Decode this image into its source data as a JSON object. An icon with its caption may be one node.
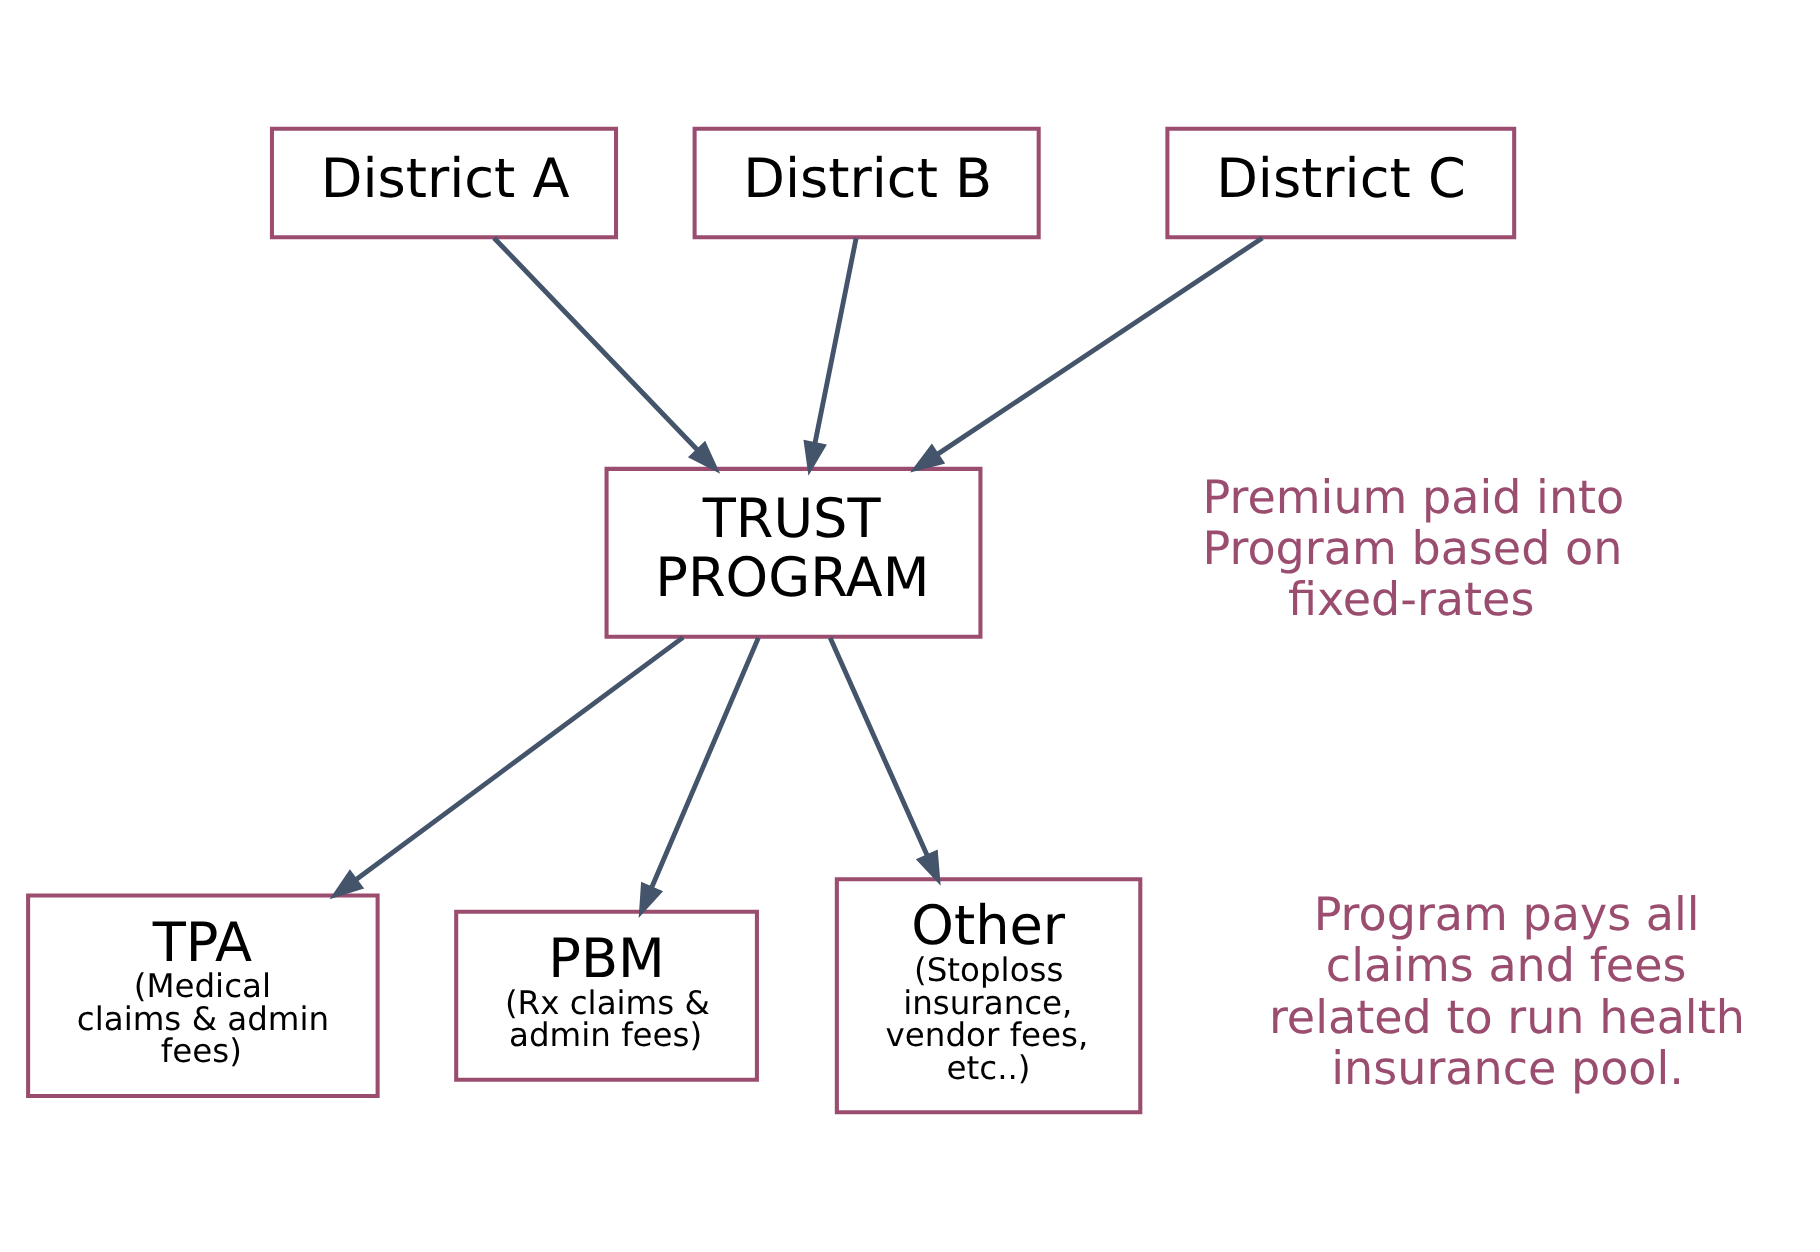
{
  "diagram": {
    "nodes": [
      {
        "text": [
          "District A"
        ]
      },
      {
        "text": [
          "District B"
        ]
      },
      {
        "text": [
          "District C"
        ]
      },
      {
        "text": [
          "TRUST PROGRAM"
        ]
      },
      {
        "text": [
          "TPA",
          "(Medical claims & admin fees)"
        ]
      },
      {
        "text": [
          "PBM",
          "(Rx claims & admin fees)"
        ]
      },
      {
        "text": [
          "Other",
          "(Stoploss insurance, vendor fees, etc..)"
        ]
      }
    ],
    "edges": [
      {
        "from": 0,
        "to": 3,
        "arrow": "to"
      },
      {
        "from": 1,
        "to": 3,
        "arrow": "to"
      },
      {
        "from": 2,
        "to": 3,
        "arrow": "to"
      },
      {
        "from": 3,
        "to": 4,
        "arrow": "to"
      },
      {
        "from": 3,
        "to": 5,
        "arrow": "to"
      },
      {
        "from": 3,
        "to": 6,
        "arrow": "to"
      }
    ],
    "labels": [
      "Premium paid into Program based on fixed-rates",
      "Program pays all claims and fees related to run health insurance pool."
    ]
  }
}
